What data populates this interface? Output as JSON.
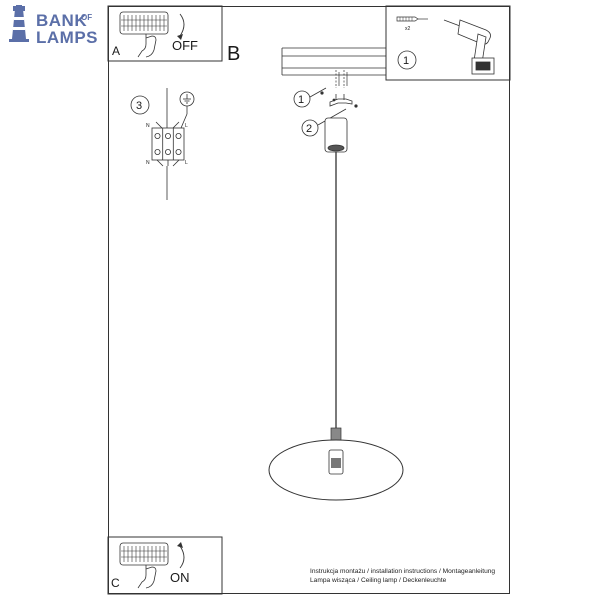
{
  "logo": {
    "line1": "BANK",
    "of": "OF",
    "line2": "LAMPS"
  },
  "panel_a": {
    "letter": "A",
    "state": "OFF"
  },
  "panel_b": {
    "letter": "B"
  },
  "panel_c": {
    "letter": "C",
    "state": "ON"
  },
  "wiring": {
    "step": "3",
    "left_top": "N",
    "right_top": "L",
    "left_bottom": "N",
    "right_bottom": "L"
  },
  "mount": {
    "step_box": "1",
    "callout_1": "1",
    "callout_2": "2",
    "dowel_qty": "x2"
  },
  "footer": {
    "line1": "Instrukcja montażu / installation instructions / Montageanleitung",
    "line2": "Lampa wisząca / Ceiling lamp / Deckenleuchte"
  },
  "colors": {
    "logo": "#5b6fa8",
    "lines": "#333333"
  }
}
